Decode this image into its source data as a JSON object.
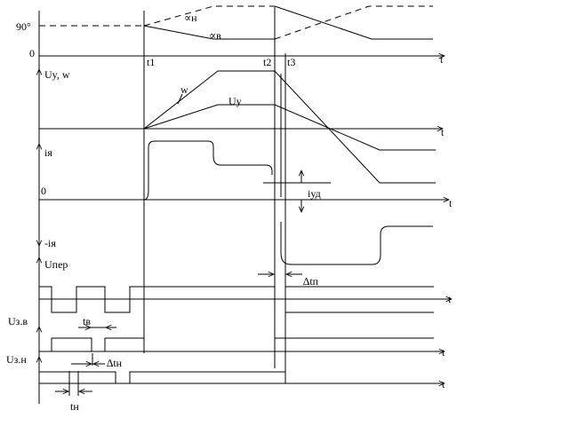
{
  "labels": {
    "deg90": "90°",
    "zero_top": "0",
    "t_axis": "t",
    "alpha_n": "∝н",
    "alpha_v": "∝в",
    "t1": "t1",
    "t2": "t2",
    "t3": "t3",
    "uy_w": "Uy, w",
    "w": "w",
    "uy": "Uy",
    "i_ya": "iя",
    "zero_mid": "0",
    "i_ud": "iуд",
    "neg_i_ya": "-iя",
    "u_per": "Uпер",
    "dt_p": "∆tп",
    "u_zv": "Uз.в",
    "t_v": "tв",
    "u_zn": "Uз.н",
    "dt_n": "∆tн",
    "t_n": "tн"
  }
}
